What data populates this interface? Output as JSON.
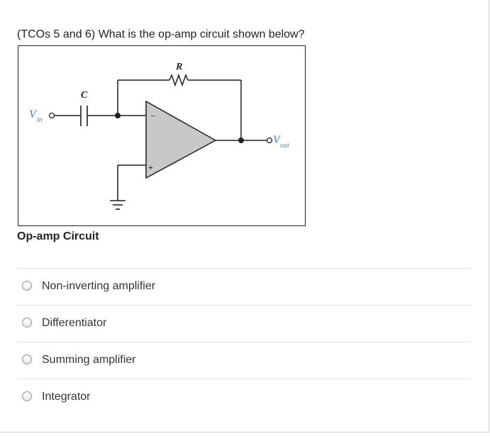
{
  "question": {
    "text": "(TCOs 5 and 6) What is the op-amp circuit shown below?"
  },
  "figure": {
    "caption": "Op-amp Circuit",
    "labels": {
      "resistor": "R",
      "capacitor": "C",
      "vin_main": "V",
      "vin_sub": "in",
      "vout_main": "V",
      "vout_sub": "out",
      "inverting_sign": "−",
      "noninverting_sign": "+"
    },
    "colors": {
      "wire": "#1f1f1f",
      "opamp_fill": "#c8c8c8",
      "terminal_label": "#3b86c6"
    }
  },
  "options": [
    {
      "label": "Non-inverting amplifier",
      "selected": false
    },
    {
      "label": "Differentiator",
      "selected": false
    },
    {
      "label": "Summing amplifier",
      "selected": false
    },
    {
      "label": "Integrator",
      "selected": false
    }
  ]
}
